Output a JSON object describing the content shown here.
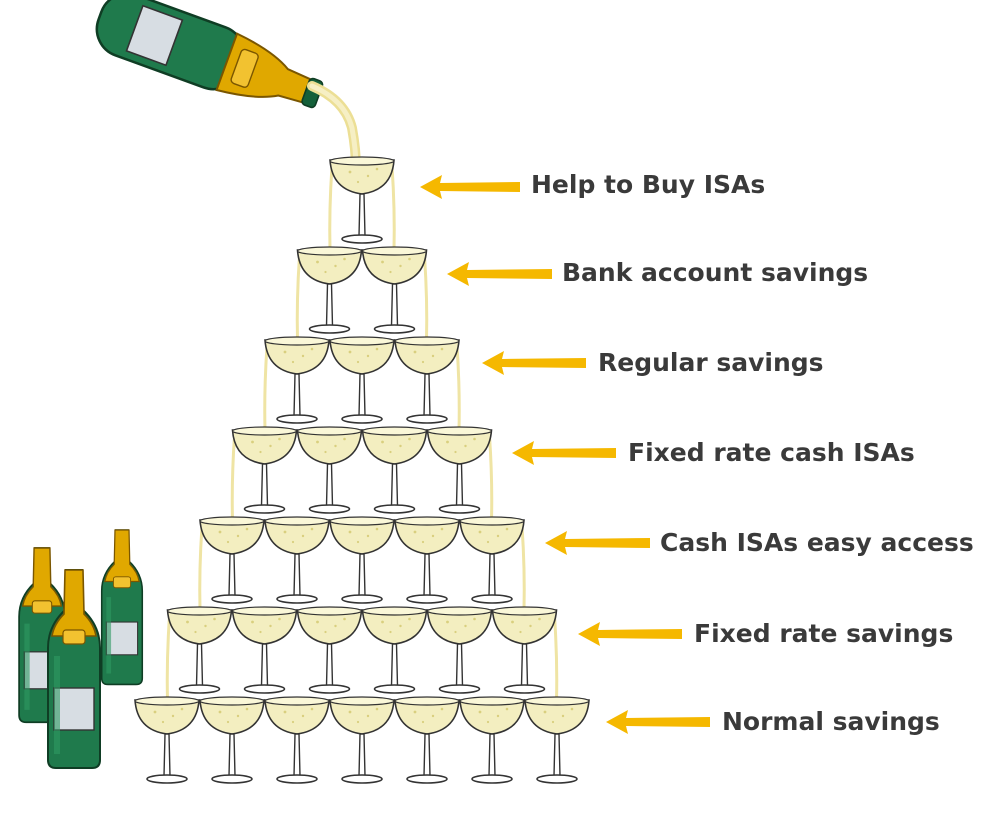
{
  "colors": {
    "bottle_green": "#1f7a4c",
    "bottle_dark": "#0f4a2c",
    "foil_gold": "#e0a800",
    "label_grey": "#d7dde3",
    "champagne": "#f3eec0",
    "glass_outline": "#333333",
    "arrow_yellow": "#f5b800",
    "text": "#3a3a3a"
  },
  "icons": {
    "pouring_bottle": "champagne-bottle-pouring-icon",
    "standing_bottle": "champagne-bottle-icon",
    "glass": "coupe-glass-icon",
    "arrow": "arrow-left-icon"
  },
  "tiers": [
    {
      "label": "Help to Buy ISAs",
      "glasses": 1
    },
    {
      "label": "Bank account savings",
      "glasses": 2
    },
    {
      "label": "Regular savings",
      "glasses": 3
    },
    {
      "label": "Fixed rate cash ISAs",
      "glasses": 4
    },
    {
      "label": "Cash ISAs easy access",
      "glasses": 5
    },
    {
      "label": "Fixed rate savings",
      "glasses": 6
    },
    {
      "label": "Normal savings",
      "glasses": 7
    }
  ]
}
